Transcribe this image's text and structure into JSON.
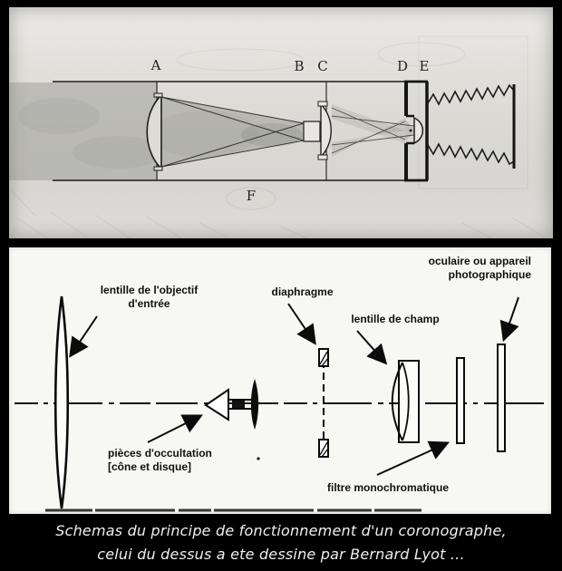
{
  "colors": {
    "background": "#000000",
    "sketch_paper": "#dcdbd6",
    "sketch_ink": "#2b2b27",
    "diagram_panel": "#f7f7f4",
    "diagram_ink": "#0d0d0d",
    "caption_text": "#efefec"
  },
  "top_panel": {
    "point_labels": {
      "A": "A",
      "B": "B",
      "C": "C",
      "D": "D",
      "E": "E",
      "F": "F"
    }
  },
  "bottom_panel": {
    "labels": {
      "objective_line1": "lentille de l'objectif",
      "objective_line2": "d'entrée",
      "diaphragm": "diaphragme",
      "field_lens": "lentille de champ",
      "eyepiece_line1": "oculaire ou appareil",
      "eyepiece_line2": "photographique",
      "occulter_line1": "pièces d'occultation",
      "occulter_line2": "[cône et disque]",
      "filter": "filtre monochromatique"
    }
  },
  "caption": {
    "line1": "Schemas du principe de fonctionnement d'un coronographe,",
    "line2": "celui du dessus a ete dessine par Bernard Lyot ..."
  }
}
